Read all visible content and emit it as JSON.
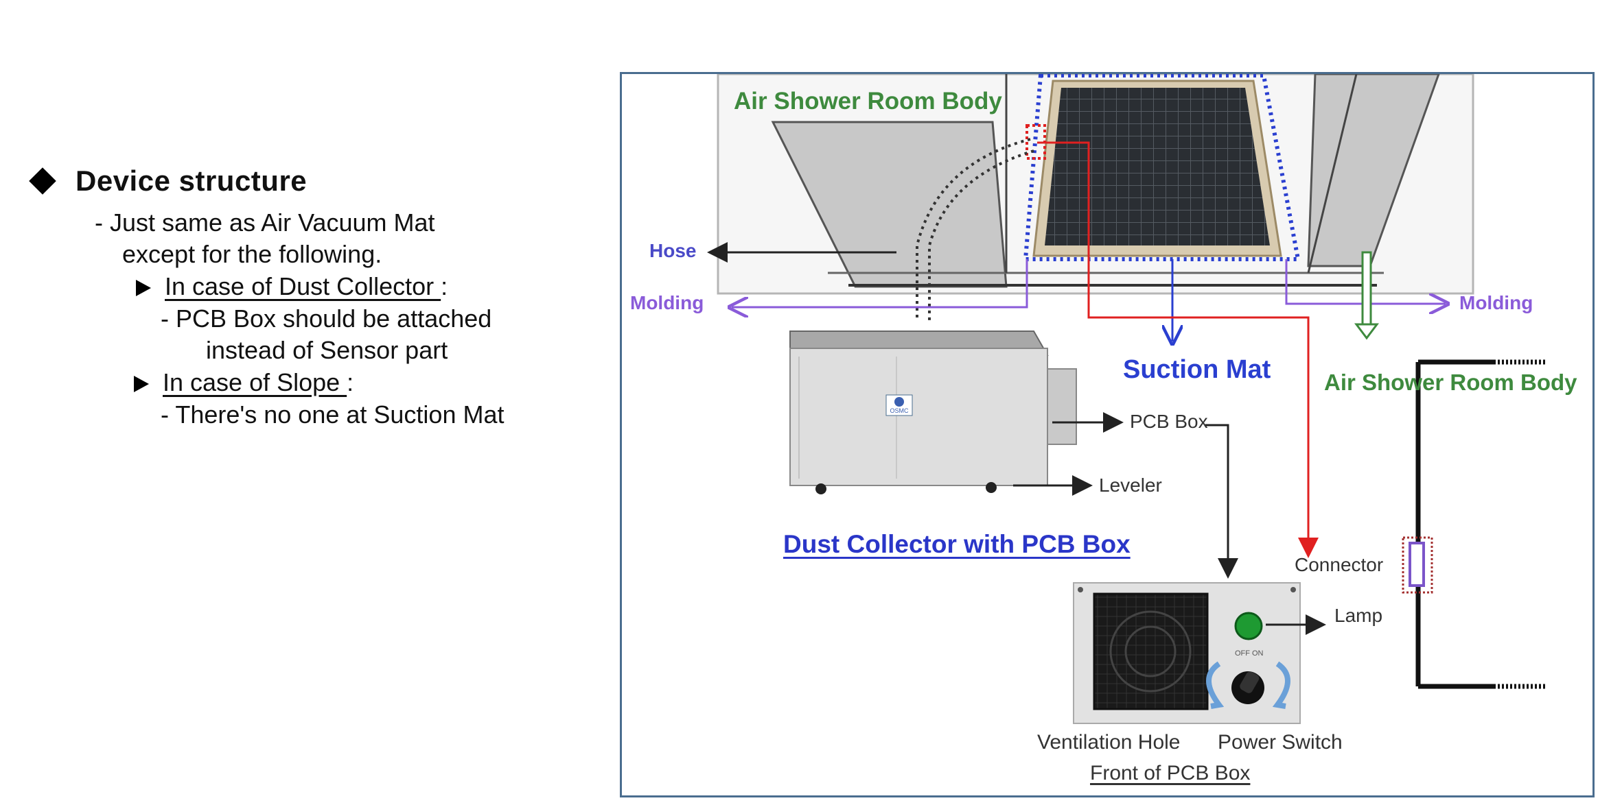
{
  "left": {
    "heading": "Device structure",
    "lines": [
      "- Just same as Air Vacuum Mat",
      "except for the following.",
      "In case of Dust Collector ",
      ":",
      "-  PCB Box should be attached",
      "instead of Sensor part",
      "In case of Slope ",
      ":",
      "- There's no one at Suction Mat"
    ]
  },
  "diagram": {
    "labels": {
      "air_shower_top": "Air Shower Room Body",
      "hose": "Hose",
      "molding_left": "Molding",
      "molding_right": "Molding",
      "suction_mat": "Suction Mat",
      "air_shower_right": "Air Shower Room Body",
      "pcb_box": "PCB Box",
      "leveler": "Leveler",
      "dust_collector": "Dust Collector with PCB Box",
      "connector": "Connector",
      "lamp": "Lamp",
      "ventilation_hole": "Ventilation Hole",
      "power_switch": "Power Switch",
      "front_pcb": "Front of PCB Box",
      "logo_text": "OSMC",
      "switch_off": "OFF",
      "switch_on": "ON"
    },
    "colors": {
      "green_label": "#3e8a3e",
      "blue_label": "#4a4ac8",
      "purple_line": "#8a5bd9",
      "red_line": "#e02020",
      "suction_blue": "#2a3fd0",
      "frame": "#4a6d8f"
    }
  }
}
